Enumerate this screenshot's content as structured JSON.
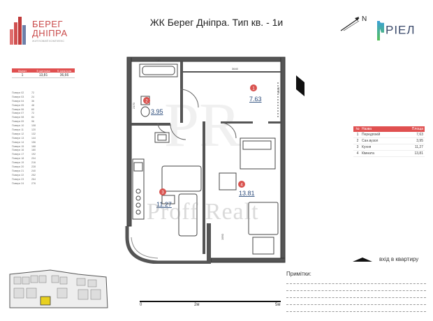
{
  "header": {
    "title": "ЖК Берег Дніпра. Тип кв. - 1и",
    "brand_left": "БЕРЕГ\nДНІПРА",
    "brand_left_sub": "ЖИТЛОВИЙ КОМПЛЕКС",
    "brand_right": "РІЕЛ",
    "north": "N"
  },
  "summary": {
    "headers": [
      "Кімнат",
      "S житлова",
      "S загальна"
    ],
    "values": [
      "1",
      "13,81",
      "36,66"
    ]
  },
  "floors": [
    [
      "Поверх 02",
      "72"
    ],
    [
      "Поверх 03",
      "24"
    ],
    [
      "Поверх 04",
      "36"
    ],
    [
      "Поверх 05",
      "48"
    ],
    [
      "Поверх 06",
      "60"
    ],
    [
      "Поверх 07",
      "72"
    ],
    [
      "Поверх 08",
      "84"
    ],
    [
      "Поверх 09",
      "96"
    ],
    [
      "Поверх 10",
      "108"
    ],
    [
      "Поверх 11",
      "120"
    ],
    [
      "Поверх 12",
      "132"
    ],
    [
      "Поверх 13",
      "144"
    ],
    [
      "Поверх 14",
      "156"
    ],
    [
      "Поверх 15",
      "168"
    ],
    [
      "Поверх 16",
      "180"
    ],
    [
      "Поверх 17",
      "192"
    ],
    [
      "Поверх 18",
      "204"
    ],
    [
      "Поверх 19",
      "216"
    ],
    [
      "Поверх 20",
      "228"
    ],
    [
      "Поверх 21",
      "240"
    ],
    [
      "Поверх 22",
      "252"
    ],
    [
      "Поверх 23",
      "264"
    ],
    [
      "Поверх 24",
      "276"
    ]
  ],
  "rooms": [
    {
      "num": "1",
      "area": "7.63"
    },
    {
      "num": "2",
      "area": "3.95"
    },
    {
      "num": "3",
      "area": "11.27"
    },
    {
      "num": "4",
      "area": "13.81"
    }
  ],
  "legend": {
    "headers": [
      "№",
      "Назва",
      "Площа"
    ],
    "rows": [
      [
        "1",
        "Передпокій",
        "7,63"
      ],
      [
        "2",
        "Сан.вузол",
        "3,95"
      ],
      [
        "3",
        "Кухня",
        "11,27"
      ],
      [
        "4",
        "Кімната",
        "13,81"
      ]
    ]
  },
  "dimensions": {
    "top": "1740",
    "hall": "3640",
    "bath_h": "2170",
    "right_h": "4490",
    "corridor": "1950"
  },
  "entry_label": "вхід в квартиру",
  "notes_label": "Примітки:",
  "scale": {
    "zero": "0",
    "mid": "2м",
    "end": "5м"
  },
  "watermark": "Proff Realt",
  "watermark_mark": "PR",
  "colors": {
    "accent": "#e05050",
    "wall": "#333333",
    "room_marker": "#d9534f"
  }
}
